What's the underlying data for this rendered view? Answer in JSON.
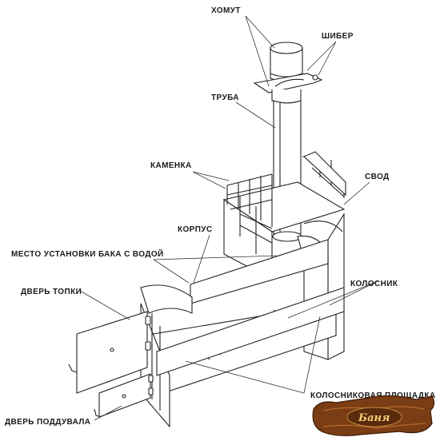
{
  "labels": {
    "khomut": "ХОМУТ",
    "shiber": "ШИБЕР",
    "truba": "ТРУБА",
    "kamenka": "КАМЕНКА",
    "svod": "СВОД",
    "korpus": "КОРПУС",
    "mesto_baka": "МЕСТО УСТАНОВКИ БАКА С ВОДОЙ",
    "dver_topki": "ДВЕРЬ ТОПКИ",
    "kolosnik": "КОЛОСНИК",
    "dver_poddyvala": "ДВЕРЬ ПОДДУВАЛА",
    "kolosnikovaya_ploshchadka": "КОЛОСНИКОВАЯ ПЛОЩАДКА"
  },
  "logo": {
    "text": "Баня"
  },
  "colors": {
    "line": "#222222",
    "logo_wood": "#7a3d14",
    "logo_text": "#f3d27a"
  }
}
